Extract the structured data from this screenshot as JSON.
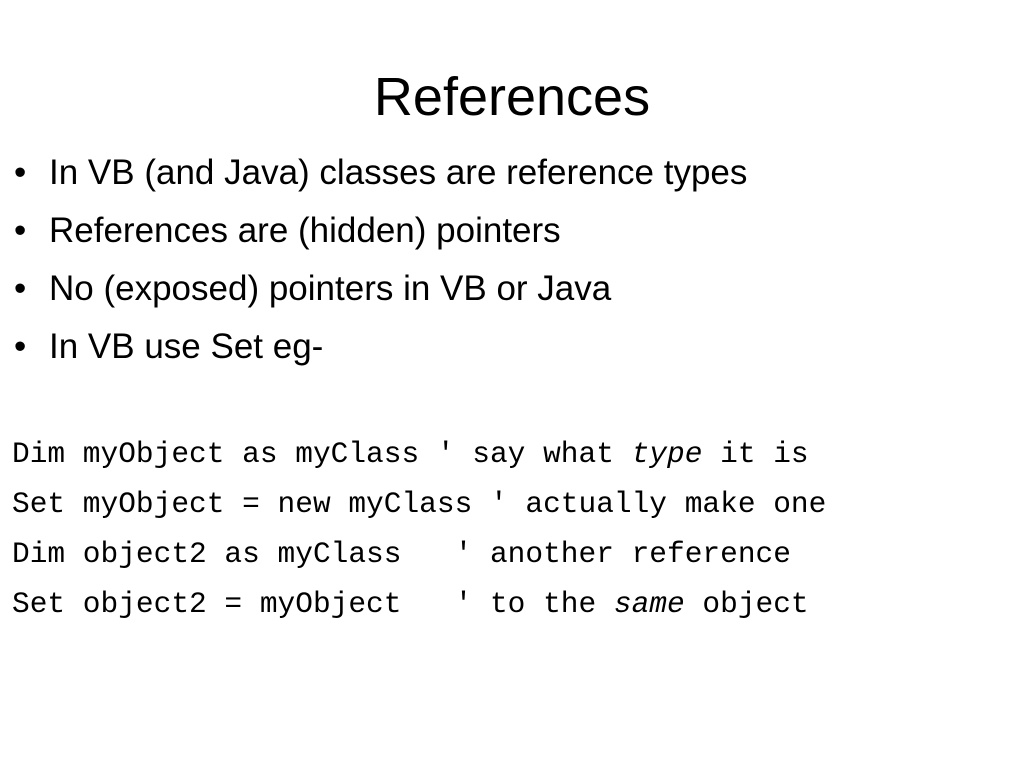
{
  "slide": {
    "title": "References",
    "bullets": [
      {
        "mark": "•",
        "text": "In VB (and Java) classes are reference types"
      },
      {
        "mark": "•",
        "text": "References are (hidden) pointers"
      },
      {
        "mark": "•",
        "text": "No (exposed) pointers in VB or Java"
      },
      {
        "mark": "•",
        "text": "In VB use Set eg-"
      }
    ],
    "code": [
      {
        "before": "Dim myObject as myClass ' say what ",
        "emphasis": "type",
        "after": " it is"
      },
      {
        "before": "Set myObject = new myClass ' actually make one",
        "emphasis": "",
        "after": ""
      },
      {
        "before": "Dim object2 as myClass   ' another reference",
        "emphasis": "",
        "after": ""
      },
      {
        "before": "Set object2 = myObject   ' to the ",
        "emphasis": "same",
        "after": " object"
      }
    ]
  }
}
